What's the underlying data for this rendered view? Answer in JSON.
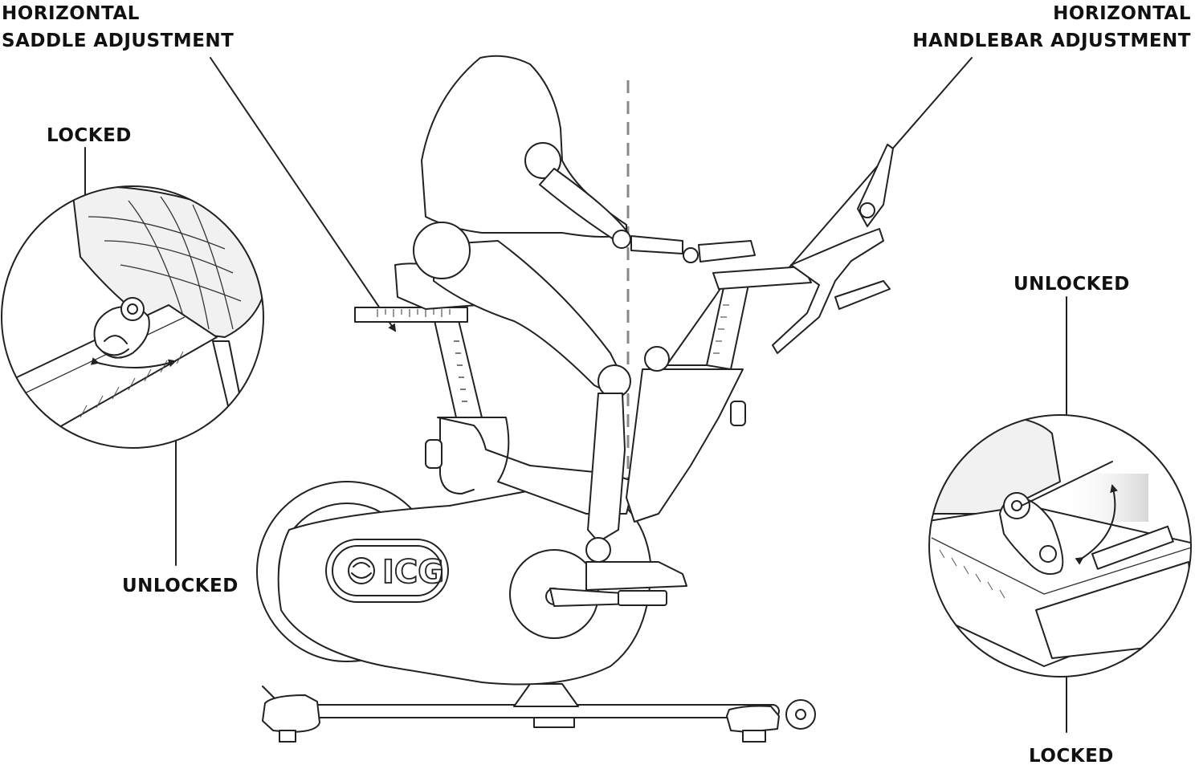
{
  "labels": {
    "saddle_title_line1": "HORIZONTAL",
    "saddle_title_line2": "SADDLE ADJUSTMENT",
    "handlebar_title_line1": "HORIZONTAL",
    "handlebar_title_line2": "HANDLEBAR ADJUSTMENT",
    "left_locked": "LOCKED",
    "left_unlocked": "UNLOCKED",
    "right_unlocked": "UNLOCKED",
    "right_locked": "LOCKED",
    "brand_logo": "ICG"
  }
}
